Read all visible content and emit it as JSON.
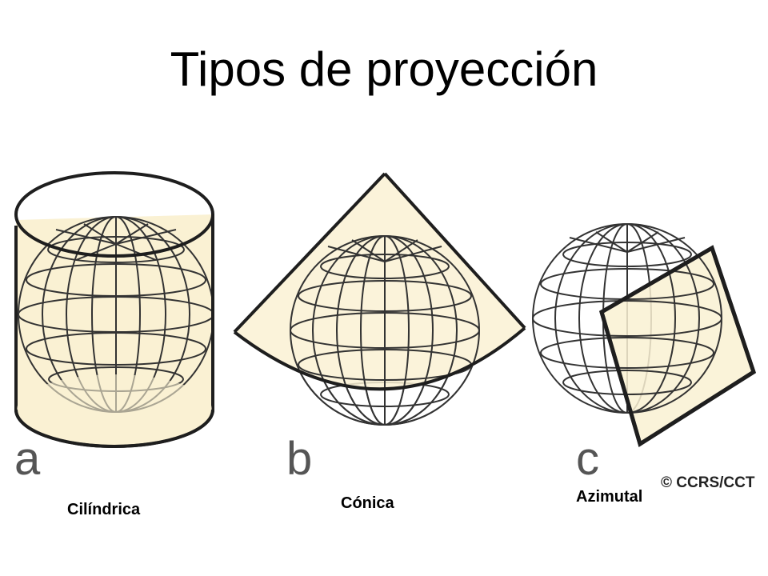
{
  "title": "Tipos de proyección",
  "panels": [
    {
      "letter": "a",
      "caption": "Cilíndrica"
    },
    {
      "letter": "b",
      "caption": "Cónica"
    },
    {
      "letter": "c",
      "caption": "Azimutal"
    }
  ],
  "copyright": "© CCRS/CCT",
  "colors": {
    "surface_fill": "#faf1d3",
    "outline": "#1e1e1e",
    "grid": "#333333"
  }
}
